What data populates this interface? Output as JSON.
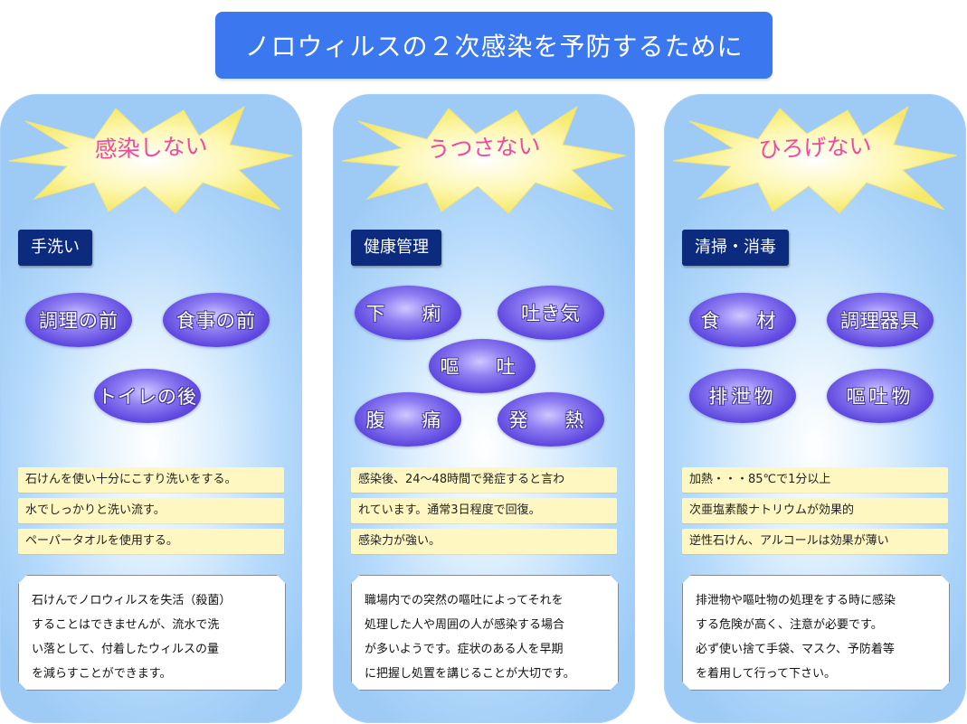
{
  "title": "ノロウィルスの２次感染を予防するために",
  "colors": {
    "title_bg": "#3b78f0",
    "panel_edge": "#9ecbf6",
    "burst_fill": "#fdf7a6",
    "burst_text": "#f04a9e",
    "category_bg": "#0c2a7e",
    "oval_fill": "#5f48e0",
    "note_bg": "#fff7c2"
  },
  "panels": [
    {
      "burst": "感染しない",
      "category": "手洗い",
      "ovals": [
        "調理の前",
        "食事の前",
        "トイレの後"
      ],
      "notes": [
        "石けんを使い十分にこすり洗いをする。",
        "水でしっかりと洗い流す。",
        "ペーパータオルを使用する。"
      ],
      "description": [
        "石けんでノロウィルスを失活（殺菌）",
        "することはできませんが、流水で洗",
        "い落として、付着したウィルスの量",
        "を減らすことができます。"
      ]
    },
    {
      "burst": "うつさない",
      "category": "健康管理",
      "ovals": [
        "下　痢",
        "吐き気",
        "嘔　吐",
        "腹　痛",
        "発　熱"
      ],
      "notes": [
        "感染後、24～48時間で発症すると言わ",
        "れています。通常3日程度で回復。",
        "感染力が強い。"
      ],
      "description": [
        "職場内での突然の嘔吐によってそれを",
        "処理した人や周囲の人が感染する場合",
        "が多いようです。症状のある人を早期",
        "に把握し処置を講じることが大切です。"
      ]
    },
    {
      "burst": "ひろげない",
      "category": "清掃・消毒",
      "ovals": [
        "食　材",
        "調理器具",
        "排泄物",
        "嘔吐物"
      ],
      "notes": [
        "加熱・・・85℃で1分以上",
        "次亜塩素酸ナトリウムが効果的",
        "逆性石けん、アルコールは効果が薄い"
      ],
      "description": [
        "排泄物や嘔吐物の処理をする時に感染",
        "する危険が高く、注意が必要です。",
        "必ず使い捨て手袋、マスク、予防着等",
        "を着用して行って下さい。"
      ]
    }
  ]
}
